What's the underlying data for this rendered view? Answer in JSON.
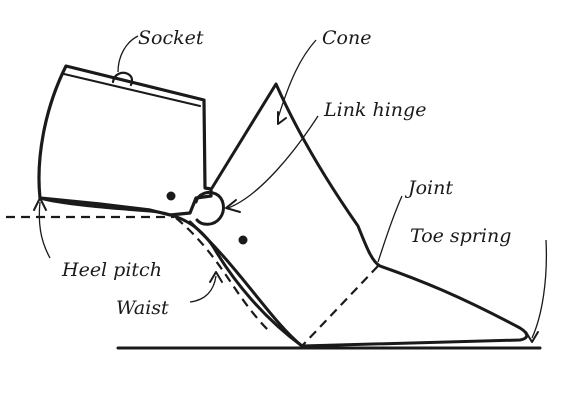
{
  "labels": {
    "socket": "Socket",
    "cone": "Cone",
    "link_hinge": "Link hinge",
    "joint": "Joint",
    "toe_spring": "Toe spring",
    "heel_pitch": "Heel pitch",
    "waist": "Waist"
  },
  "ink_color": "#1a1a1a",
  "background_color": "#ffffff"
}
